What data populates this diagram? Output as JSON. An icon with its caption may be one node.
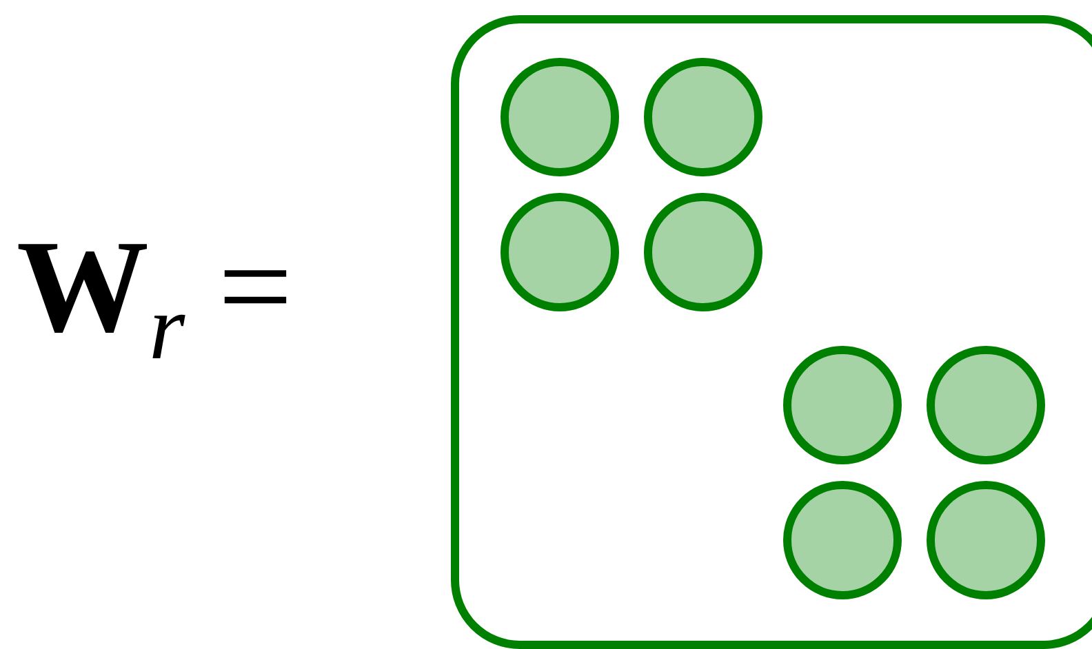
{
  "diagram": {
    "nodes": [
      {
        "text": [],
        "shape": "box"
      },
      {
        "text": [],
        "shape": "circle",
        "in": 0
      },
      {
        "text": [],
        "shape": "circle",
        "in": 0
      },
      {
        "text": [],
        "shape": "circle",
        "in": 0
      },
      {
        "text": [],
        "shape": "circle",
        "in": 0
      },
      {
        "text": [],
        "shape": "circle",
        "in": 0
      },
      {
        "text": [],
        "shape": "circle",
        "in": 0
      },
      {
        "text": [],
        "shape": "circle",
        "in": 0
      },
      {
        "text": [],
        "shape": "circle",
        "in": 0
      }
    ],
    "labels": [
      "**W**$_{r}$ ="
    ]
  }
}
